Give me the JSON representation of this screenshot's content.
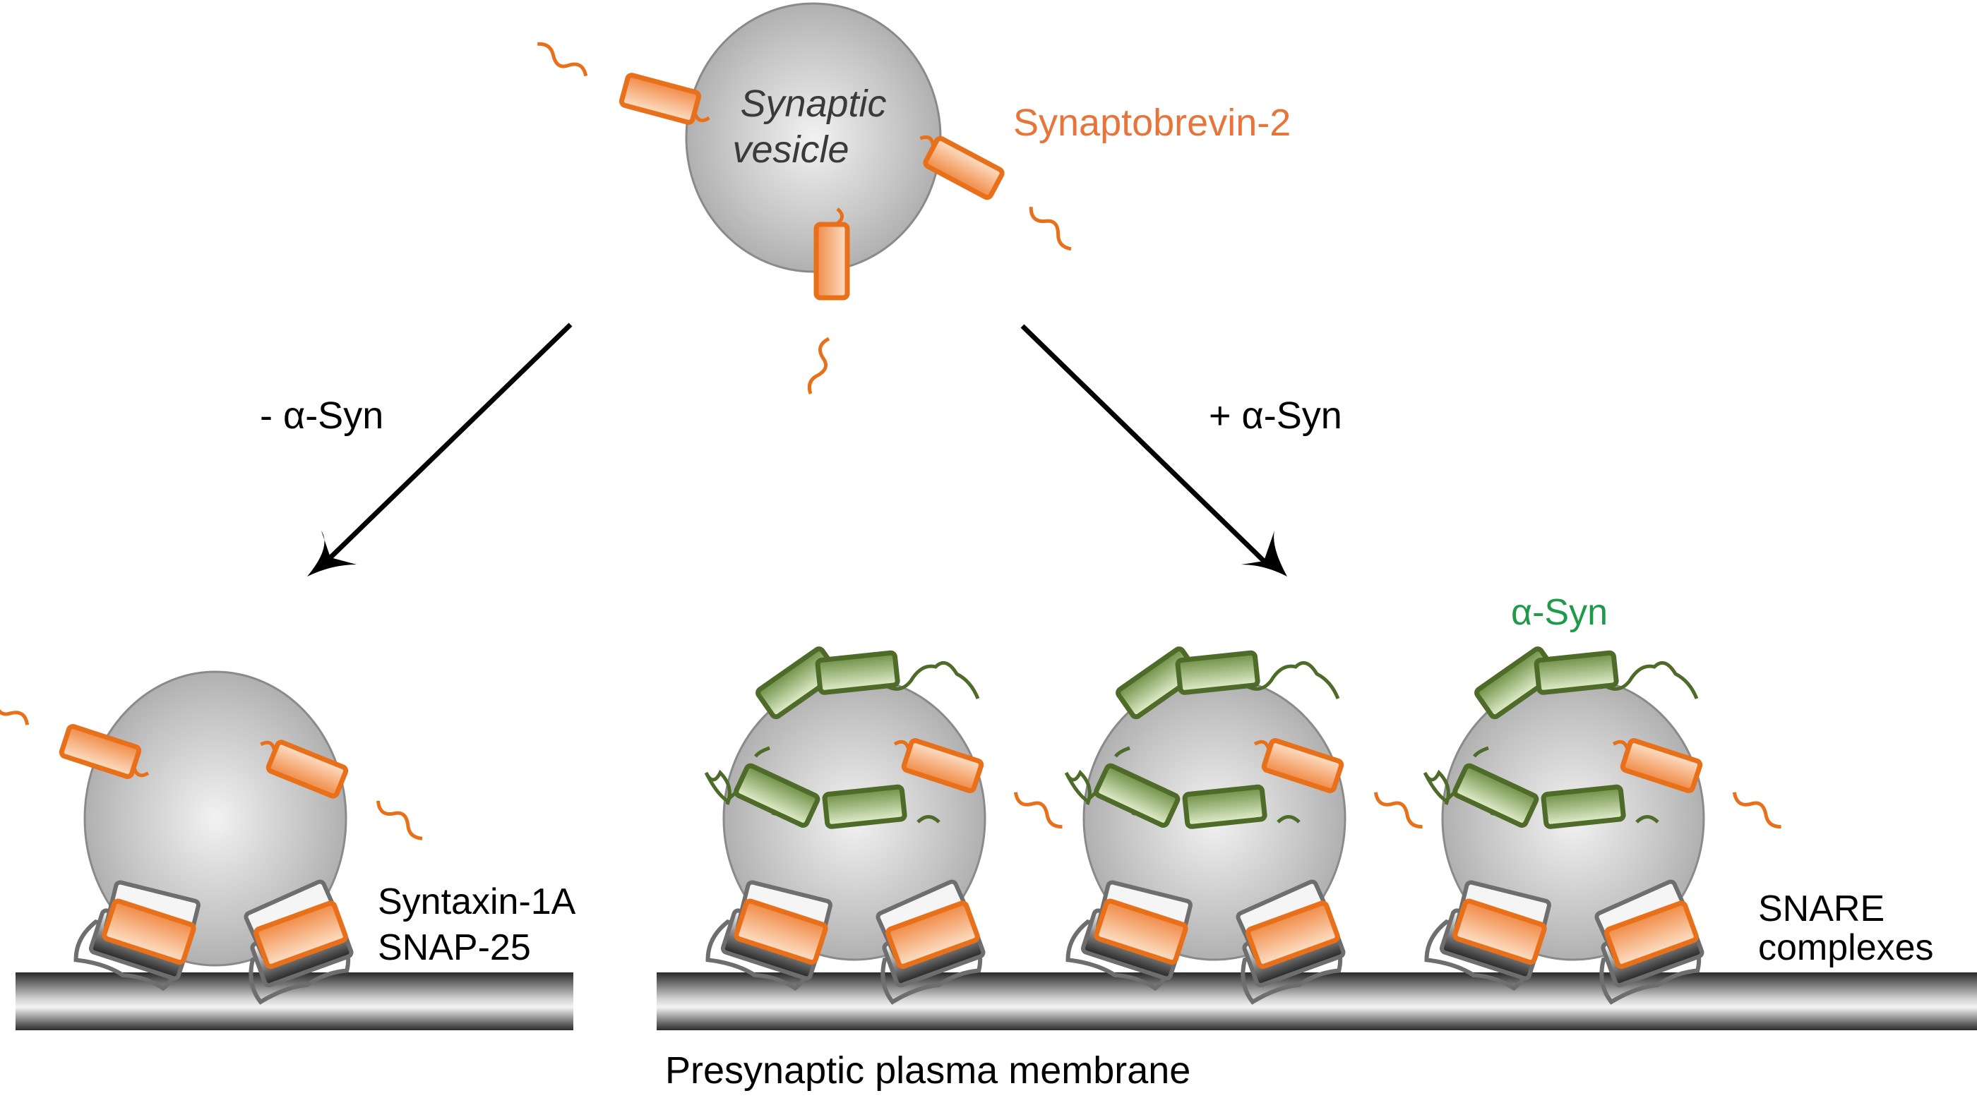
{
  "figure": {
    "title_vesicle": [
      "Synaptic",
      "vesicle"
    ],
    "synaptobrevin_label": "Synaptobrevin-2",
    "arrow_left_label": "- α-Syn",
    "arrow_right_label": "+ α-Syn",
    "asyn_label": "α-Syn",
    "syntaxin_label": "Syntaxin-1A",
    "snap_label": "SNAP-25",
    "snare_label": [
      "SNARE",
      "complexes"
    ],
    "membrane_label": "Presynaptic plasma membrane"
  },
  "colors": {
    "synaptobrevin": "#e8701a",
    "synaptobrevin_text": "#e8743a",
    "asyn_protein": "#4f6b2a",
    "asyn_text": "#1f9a4a",
    "vesicle_text": "#3a3a3a",
    "membrane": "#555555"
  },
  "panels": {
    "left": {
      "condition": "- α-Syn",
      "docked_vesicles": 1
    },
    "right": {
      "condition": "+ α-Syn",
      "docked_vesicles": 3
    }
  }
}
